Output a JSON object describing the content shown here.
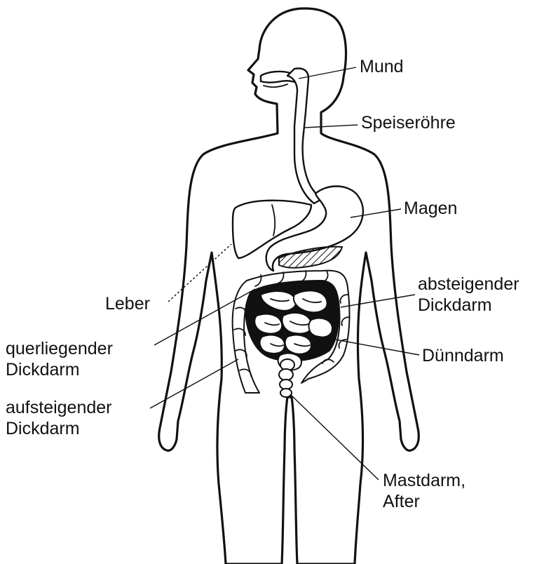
{
  "labels": {
    "mund": "Mund",
    "speiseroehre": "Speiseröhre",
    "magen": "Magen",
    "leber": "Leber",
    "absteigender_line1": "absteigender",
    "absteigender_line2": "Dickdarm",
    "querliegender_line1": "querliegender",
    "querliegender_line2": "Dickdarm",
    "duenndarm": "Dünndarm",
    "aufsteigender_line1": "aufsteigender",
    "aufsteigender_line2": "Dickdarm",
    "mastdarm_line1": "Mastdarm,",
    "mastdarm_line2": "After"
  },
  "colors": {
    "ink": "#111111",
    "paper": "#ffffff"
  }
}
